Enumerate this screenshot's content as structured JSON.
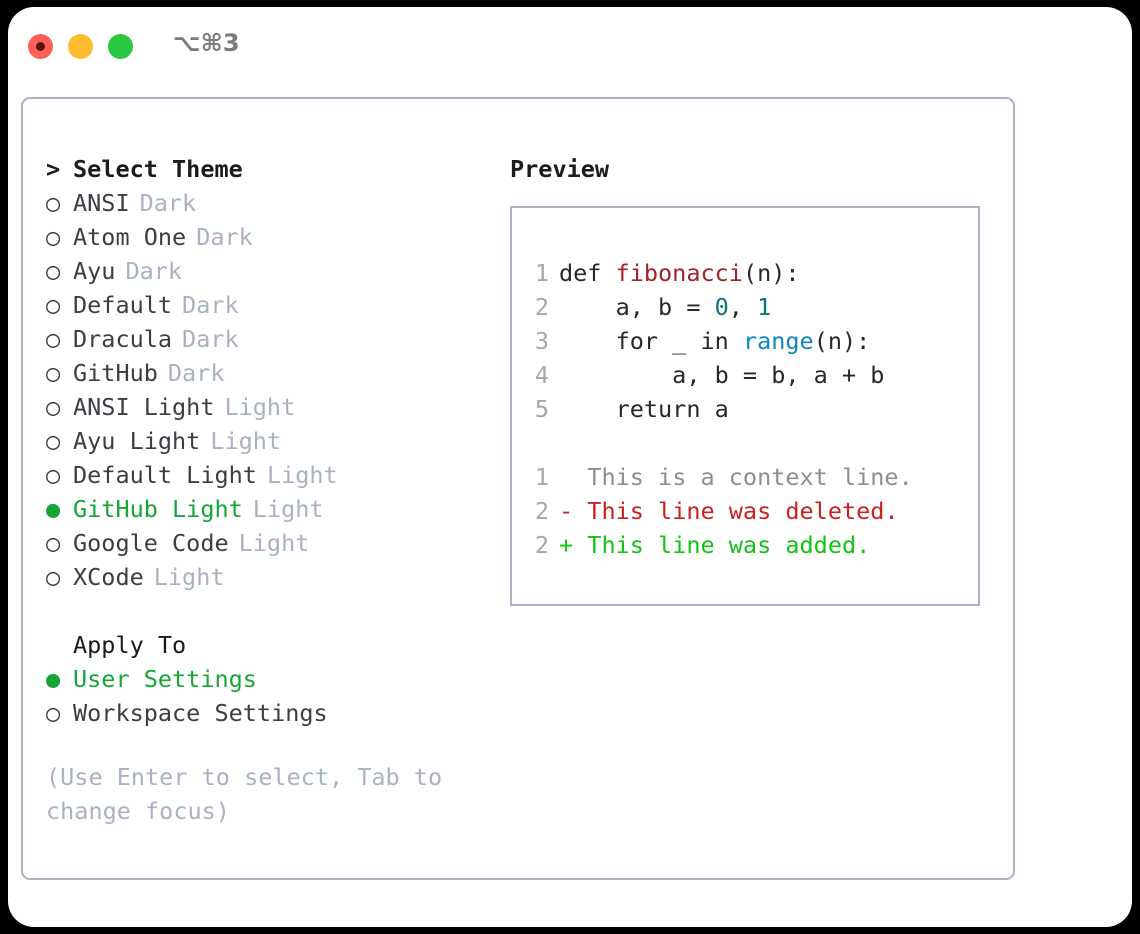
{
  "window": {
    "shortcut": "⌥⌘3",
    "traffic_lights": [
      {
        "name": "close",
        "color": "#ff5f57"
      },
      {
        "name": "minimize",
        "color": "#febc2e"
      },
      {
        "name": "maximize",
        "color": "#28c840"
      }
    ]
  },
  "theme_panel": {
    "header": {
      "prefix": ">",
      "label": "Select Theme"
    },
    "items": [
      {
        "prefix": "○",
        "label": "ANSI",
        "tag": "Dark",
        "selected": false
      },
      {
        "prefix": "○",
        "label": "Atom One",
        "tag": "Dark",
        "selected": false
      },
      {
        "prefix": "○",
        "label": "Ayu",
        "tag": "Dark",
        "selected": false
      },
      {
        "prefix": "○",
        "label": "Default",
        "tag": "Dark",
        "selected": false
      },
      {
        "prefix": "○",
        "label": "Dracula",
        "tag": "Dark",
        "selected": false
      },
      {
        "prefix": "○",
        "label": "GitHub",
        "tag": "Dark",
        "selected": false
      },
      {
        "prefix": "○",
        "label": "ANSI Light",
        "tag": "Light",
        "selected": false
      },
      {
        "prefix": "○",
        "label": "Ayu Light",
        "tag": "Light",
        "selected": false
      },
      {
        "prefix": "○",
        "label": "Default Light",
        "tag": "Light",
        "selected": false
      },
      {
        "prefix": "●",
        "label": "GitHub Light",
        "tag": "Light",
        "selected": true
      },
      {
        "prefix": "○",
        "label": "Google Code",
        "tag": "Light",
        "selected": false
      },
      {
        "prefix": "○",
        "label": "XCode",
        "tag": "Light",
        "selected": false
      }
    ],
    "apply_to": {
      "label": "Apply To",
      "options": [
        {
          "prefix": "●",
          "label": "User Settings",
          "selected": true
        },
        {
          "prefix": "○",
          "label": "Workspace Settings",
          "selected": false
        }
      ]
    },
    "hint": "(Use Enter to select, Tab to change focus)"
  },
  "preview_panel": {
    "heading": "Preview",
    "code_lines": [
      {
        "no": "1",
        "segments": [
          {
            "t": "def ",
            "c": "plain"
          },
          {
            "t": "fibonacci",
            "c": "fn"
          },
          {
            "t": "(n):",
            "c": "plain"
          }
        ]
      },
      {
        "no": "2",
        "segments": [
          {
            "t": "    a, b = ",
            "c": "plain"
          },
          {
            "t": "0",
            "c": "num"
          },
          {
            "t": ", ",
            "c": "plain"
          },
          {
            "t": "1",
            "c": "num"
          }
        ]
      },
      {
        "no": "3",
        "segments": [
          {
            "t": "    for _ in ",
            "c": "plain"
          },
          {
            "t": "range",
            "c": "builtin"
          },
          {
            "t": "(n):",
            "c": "plain"
          }
        ]
      },
      {
        "no": "4",
        "segments": [
          {
            "t": "        a, b = b, a + b",
            "c": "plain"
          }
        ]
      },
      {
        "no": "5",
        "segments": [
          {
            "t": "    return a",
            "c": "plain"
          }
        ]
      }
    ],
    "diff_lines": [
      {
        "no": "1",
        "marker": " ",
        "text": " This is a context line.",
        "kind": "context"
      },
      {
        "no": "2",
        "marker": "-",
        "text": " This line was deleted.",
        "kind": "deleted"
      },
      {
        "no": "2",
        "marker": "+",
        "text": " This line was added.",
        "kind": "added"
      }
    ]
  },
  "colors": {
    "accent_green": "#16a637",
    "muted": "#a8b2c0",
    "border": "#a9b3c1",
    "syntax_function": "#a3232b",
    "syntax_number": "#09777a",
    "syntax_builtin": "#0f87c1",
    "diff_deleted": "#cc2020",
    "diff_added": "#12c412"
  }
}
